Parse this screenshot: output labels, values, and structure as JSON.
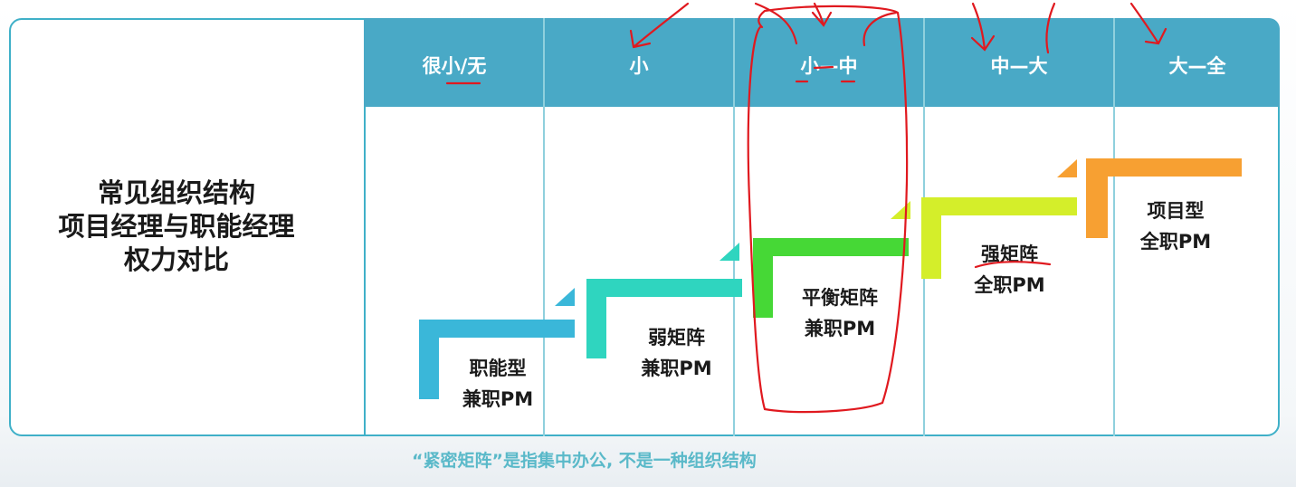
{
  "title": {
    "lines": [
      "常见组织结构",
      "项目经理与职能经理",
      "权力对比"
    ]
  },
  "columns": [
    "很小/无",
    "小",
    "小—中",
    "中—大",
    "大—全"
  ],
  "structures": [
    {
      "name": "职能型",
      "pm": "兼职PM",
      "color": "#3ab7d9"
    },
    {
      "name": "弱矩阵",
      "pm": "兼职PM",
      "color": "#2fd5bf"
    },
    {
      "name": "平衡矩阵",
      "pm": "兼职PM",
      "color": "#46d836"
    },
    {
      "name": "强矩阵",
      "pm": "全职PM",
      "color": "#d4ee2a"
    },
    {
      "name": "项目型",
      "pm": "全职PM",
      "color": "#f7a032"
    }
  ],
  "footnote": "“紧密矩阵”是指集中办公, 不是一种组织结构",
  "colors": {
    "accent": "#49a9c6",
    "border": "#3fb0c8",
    "annotation": "#e0191f"
  }
}
